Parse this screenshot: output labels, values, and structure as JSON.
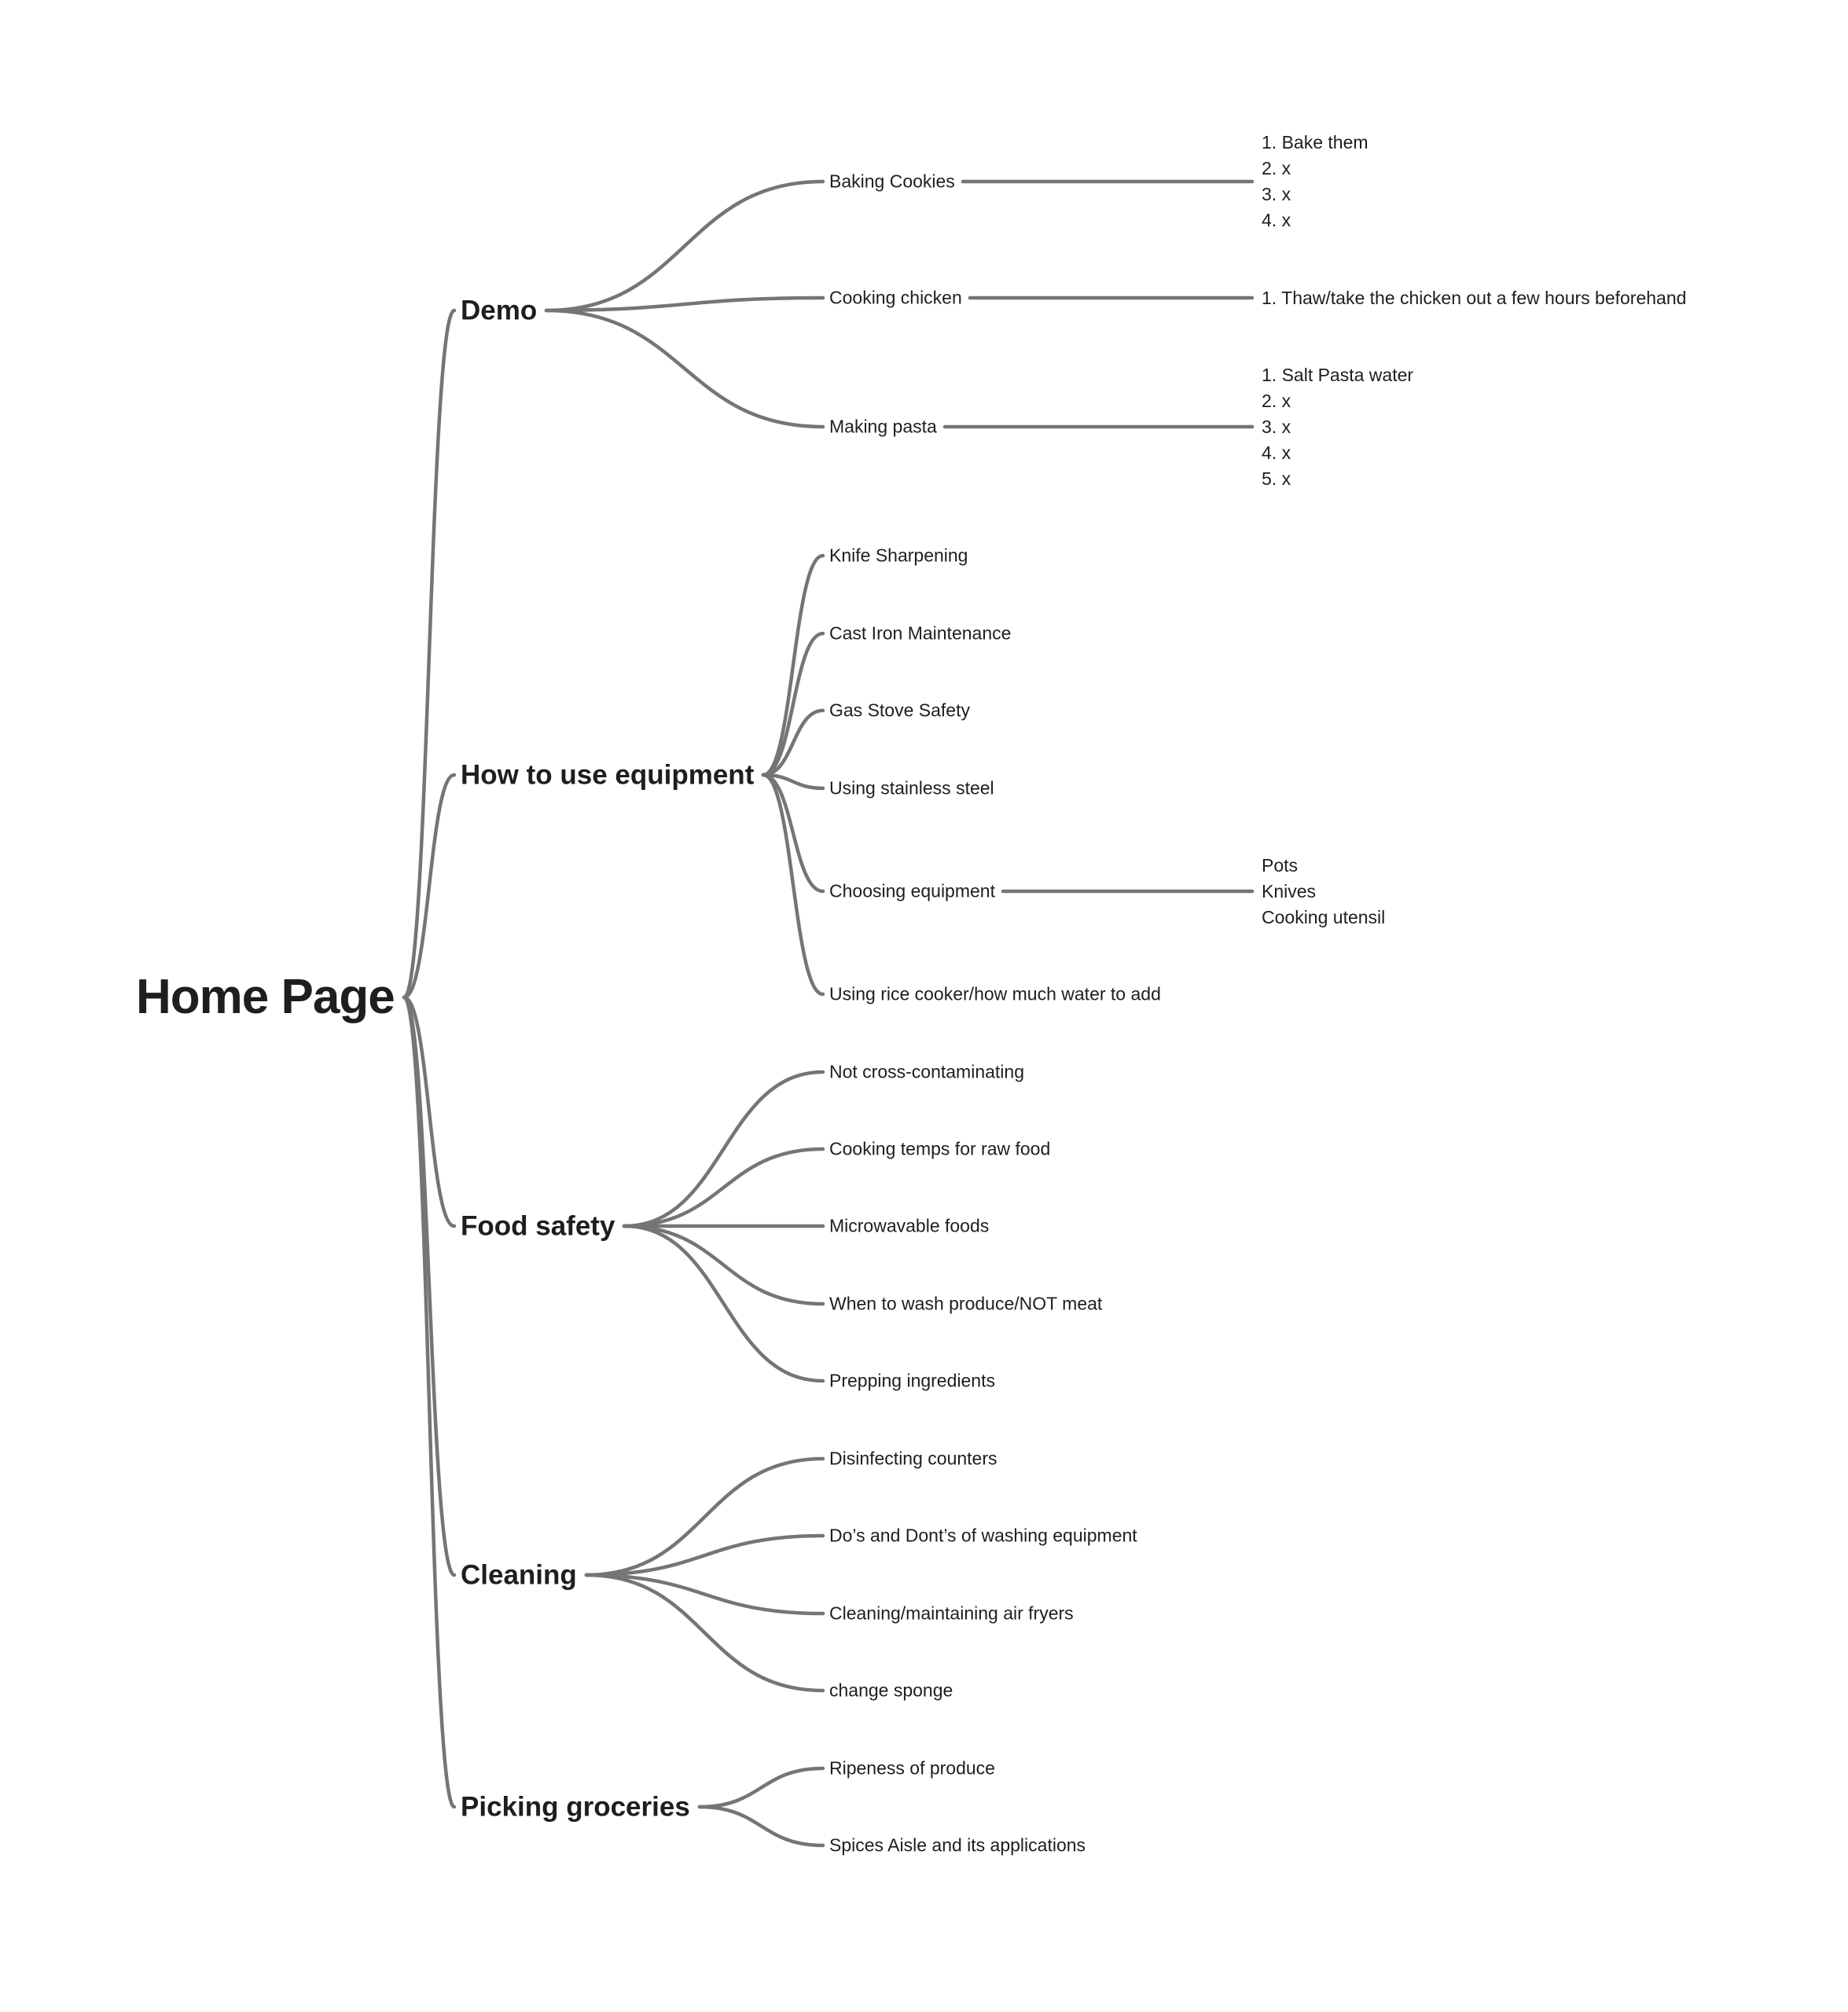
{
  "mindmap": {
    "root": "Home Page",
    "line_color": "#757575",
    "text_color": "#1e1e1e",
    "branches": [
      {
        "label": "Demo",
        "children": [
          {
            "label": "Baking Cookies",
            "details": [
              "1. Bake them",
              "2. x",
              "3. x",
              "4. x"
            ]
          },
          {
            "label": "Cooking chicken",
            "details": [
              "1. Thaw/take the chicken out a few hours beforehand"
            ]
          },
          {
            "label": "Making pasta",
            "details": [
              "1. Salt Pasta water",
              "2. x",
              "3. x",
              "4. x",
              "5. x"
            ]
          }
        ]
      },
      {
        "label": "How to use equipment",
        "children": [
          {
            "label": "Knife Sharpening"
          },
          {
            "label": "Cast Iron Maintenance"
          },
          {
            "label": "Gas Stove Safety"
          },
          {
            "label": "Using stainless steel"
          },
          {
            "label": "Choosing equipment",
            "details": [
              "Pots",
              "Knives",
              "Cooking utensil"
            ]
          },
          {
            "label": "Using rice cooker/how much water to add"
          }
        ]
      },
      {
        "label": "Food safety",
        "children": [
          {
            "label": "Not cross-contaminating"
          },
          {
            "label": "Cooking temps for raw food"
          },
          {
            "label": "Microwavable foods"
          },
          {
            "label": "When to wash produce/NOT meat"
          },
          {
            "label": "Prepping ingredients"
          }
        ]
      },
      {
        "label": "Cleaning",
        "children": [
          {
            "label": "Disinfecting counters"
          },
          {
            "label": "Do’s and Dont’s of washing equipment"
          },
          {
            "label": "Cleaning/maintaining air fryers"
          },
          {
            "label": "change sponge"
          }
        ]
      },
      {
        "label": "Picking groceries",
        "children": [
          {
            "label": "Ripeness of produce"
          },
          {
            "label": "Spices Aisle and its applications"
          }
        ]
      }
    ]
  }
}
